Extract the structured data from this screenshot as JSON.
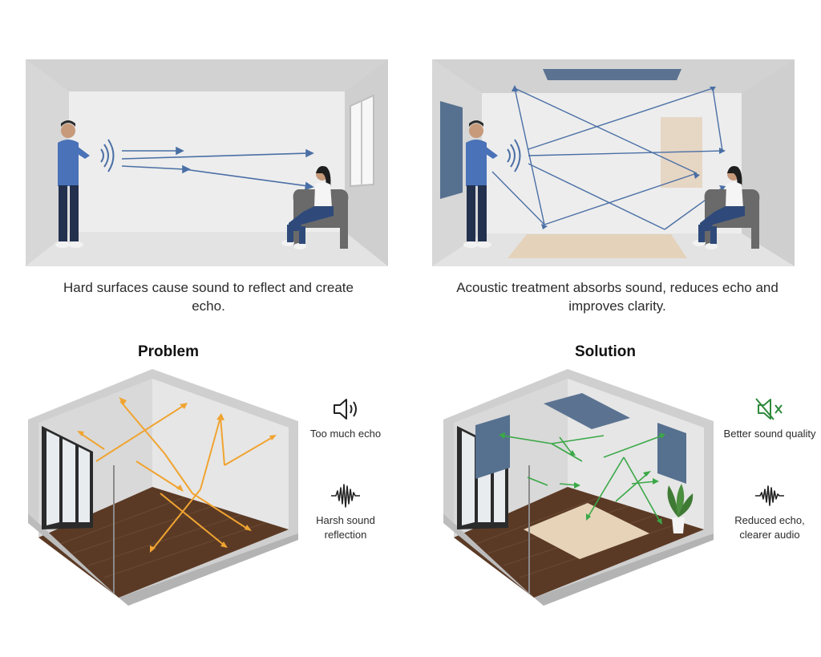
{
  "top": {
    "left_caption": "Hard surfaces cause sound to reflect and create echo.",
    "right_caption": "Acoustic treatment absorbs sound, reduces echo and improves clarity."
  },
  "problem": {
    "title": "Problem",
    "legend": [
      {
        "icon": "speaker-loud-icon",
        "label": "Too much echo"
      },
      {
        "icon": "harsh-waveform-icon",
        "label": "Harsh sound reflection"
      }
    ]
  },
  "solution": {
    "title": "Solution",
    "legend": [
      {
        "icon": "speaker-muted-icon",
        "label": "Better sound quality"
      },
      {
        "icon": "soft-waveform-icon",
        "label": "Reduced echo, clearer audio"
      }
    ]
  },
  "colors": {
    "wall": "#e9e9e9",
    "floor_light": "#d9d9d9",
    "wave_blue": "#4a6fa5",
    "panel_blue": "#56708f",
    "arrow_orange": "#f0a431",
    "arrow_green": "#3aa847",
    "wood": "#5b3a25",
    "rug": "#e6d3b8",
    "icon_green": "#2f8a3c"
  }
}
